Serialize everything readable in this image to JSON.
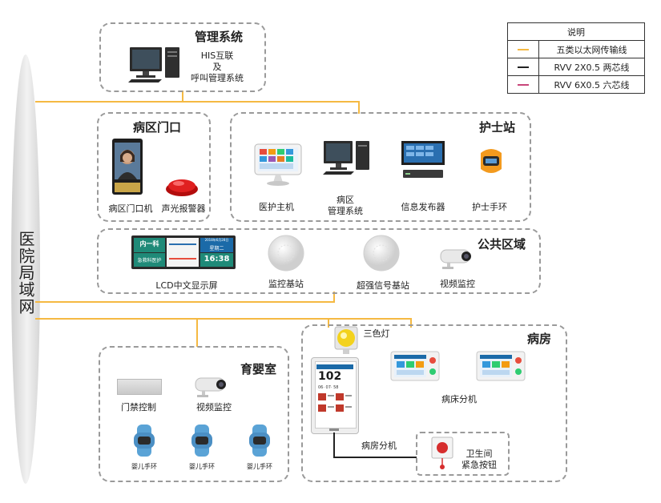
{
  "legend": {
    "title": "说明",
    "rows": [
      {
        "label": "五类以太网传输线",
        "color": "#f5b942"
      },
      {
        "label": "RVV 2X0.5 两芯线",
        "color": "#222222"
      },
      {
        "label": "RVV 6X0.5 六芯线",
        "color": "#c8467a"
      }
    ]
  },
  "backbone": {
    "label": "医院局域网"
  },
  "management": {
    "title": "管理系统",
    "desc_lines": [
      "HIS互联",
      "及",
      "呼叫管理系统"
    ]
  },
  "ward_door": {
    "title": "病区门口",
    "items": [
      {
        "label": "病区门口机",
        "icon": "door-terminal-icon"
      },
      {
        "label": "声光报警器",
        "icon": "alarm-light-icon"
      }
    ]
  },
  "nurse_station": {
    "title": "护士站",
    "items": [
      {
        "label": "医护主机",
        "icon": "nurse-host-icon"
      },
      {
        "label": "病区\n管理系统",
        "icon": "computer-icon"
      },
      {
        "label": "信息发布器",
        "icon": "info-publisher-icon"
      },
      {
        "label": "护士手环",
        "icon": "wristband-icon"
      }
    ]
  },
  "public_area": {
    "title": "公共区域",
    "lcd_screen": {
      "left_top": "内一科",
      "left_bottom": "急救科医护",
      "mid_time": "16:38",
      "mid_top": "2018年6月28日",
      "mid_day": "星期二"
    },
    "items": [
      {
        "label": "LCD中文显示屏",
        "icon": "lcd-screen-icon"
      },
      {
        "label": "监控基站",
        "icon": "base-station-icon"
      },
      {
        "label": "超强信号基站",
        "icon": "signal-station-icon"
      },
      {
        "label": "视频监控",
        "icon": "camera-icon"
      }
    ]
  },
  "nursery": {
    "title": "育婴室",
    "items": [
      {
        "label": "门禁控制",
        "icon": "access-control-icon"
      },
      {
        "label": "视频监控",
        "icon": "camera-icon"
      }
    ],
    "bands": [
      {
        "label": "婴儿手环"
      },
      {
        "label": "婴儿手环"
      },
      {
        "label": "婴儿手环"
      }
    ]
  },
  "ward_room": {
    "title": "病房",
    "tricolor_lamp": "三色灯",
    "bed_unit": "病床分机",
    "room_unit": "病房分机",
    "room_display": "102",
    "room_time": "06· 07· 58",
    "toilet_button": [
      "卫生间",
      "紧急按钮"
    ]
  }
}
